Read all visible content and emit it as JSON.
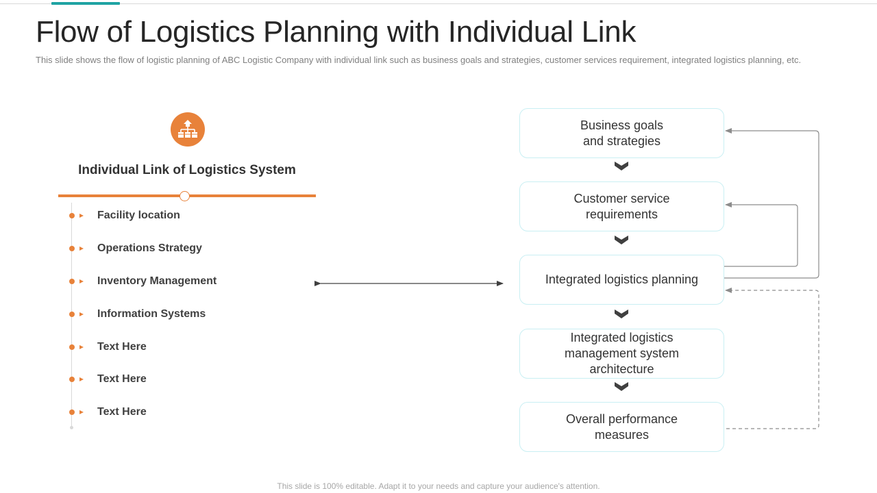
{
  "slide": {
    "title": "Flow of Logistics Planning with Individual Link",
    "subtitle": "This slide shows the flow of logistic planning of ABC Logistic Company with individual link such as business goals and strategies, customer services requirement, integrated logistics planning, etc.",
    "footer": "This slide is 100% editable. Adapt it to your needs and capture your audience's attention."
  },
  "left_panel": {
    "icon": "hierarchy-boxes-icon",
    "heading": "Individual Link of Logistics System",
    "items": [
      {
        "label": "Facility location"
      },
      {
        "label": "Operations Strategy"
      },
      {
        "label": "Inventory Management"
      },
      {
        "label": "Information Systems"
      },
      {
        "label": "Text Here"
      },
      {
        "label": "Text Here"
      },
      {
        "label": "Text Here"
      }
    ]
  },
  "flow": {
    "steps": [
      {
        "label": "Business goals\nand strategies"
      },
      {
        "label": "Customer service\nrequirements"
      },
      {
        "label": "Integrated logistics planning"
      },
      {
        "label": "Integrated logistics\nmanagement system\narchitecture"
      },
      {
        "label": "Overall performance\nmeasures"
      }
    ],
    "connector_icon": "chevron-down-icon"
  },
  "colors": {
    "accent_orange": "#e8823a",
    "accent_teal": "#1fa3a3",
    "box_border": "#c9eff3",
    "connector_gray": "#8c8c8c"
  }
}
